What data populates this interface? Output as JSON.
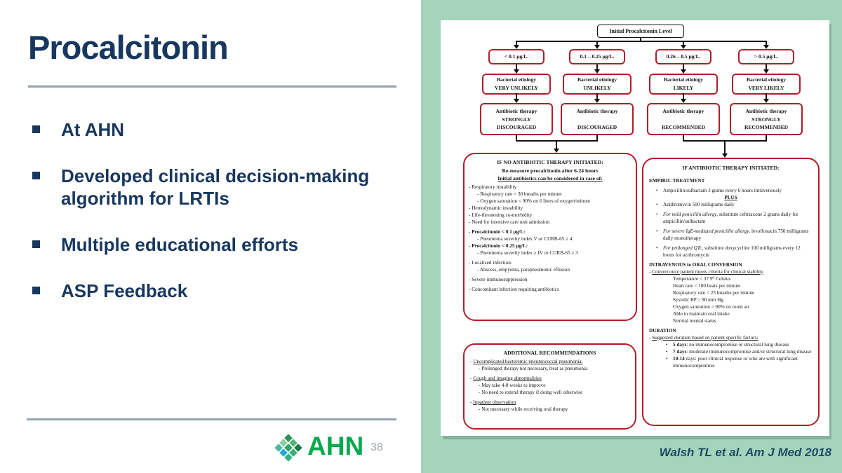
{
  "slide": {
    "title": "Procalcitonin",
    "bullets": [
      "At AHN",
      "Developed clinical decision-making algorithm for LRTIs",
      "Multiple educational efforts",
      "ASP Feedback"
    ],
    "logo_text": "AHN",
    "page_number": "38",
    "citation": "Walsh TL et al. Am J Med 2018"
  },
  "colors": {
    "navy": "#17375E",
    "divider_gray_blue": "#91A5B4",
    "panel_green": "#A6D3BC",
    "flowchart_red": "#B01E28",
    "ahn_green": "#00A94E",
    "page_number_gray": "#9FA6AC",
    "citation_navy": "#1D4A63",
    "logo_tiles": [
      "#25984e",
      "#56b877",
      "#177a43",
      "#8ed09e",
      "#2da266",
      "#3fae7e",
      "#46b9a4",
      "#29a5d6",
      "#33b184"
    ]
  },
  "flowchart": {
    "root_label": "Initial Procalcitonin Level",
    "columns": [
      {
        "range": "< 0.1 μg/L.",
        "etiology_prefix": "Bacterial etiology",
        "etiology": "VERY UNLIKELY",
        "therapy_prefix": "Antibiotic therapy",
        "therapy_modifier": "STRONGLY",
        "therapy": "DISCOURAGED"
      },
      {
        "range": "0.1 – 0.25 μg/L.",
        "etiology_prefix": "Bacterial etiology",
        "etiology": "UNLIKELY",
        "therapy_prefix": "Antibiotic therapy",
        "therapy_modifier": "",
        "therapy": "DISCOURAGED"
      },
      {
        "range": "0.26 – 0.5 μg/L.",
        "etiology_prefix": "Bacterial etiology",
        "etiology": "LIKELY",
        "therapy_prefix": "Antibiotic therapy",
        "therapy_modifier": "",
        "therapy": "RECOMMENDED"
      },
      {
        "range": "> 0.5 μg/L.",
        "etiology_prefix": "Bacterial etiology",
        "etiology": "VERY LIKELY",
        "therapy_prefix": "Antibiotic therapy",
        "therapy_modifier": "STRONGLY",
        "therapy": "RECOMMENDED"
      }
    ],
    "no_abx": {
      "title": "IF NO ANTIBIOTIC THERAPY INITIATED:",
      "subtitle": "Re-measure procalcitonin after 6-24 hours",
      "header": "Initial antibiotics can be considered in case of:",
      "lines": [
        {
          "t": "- Respiratory instability"
        },
        {
          "t": "- Respiratory rate > 30 breaths per minute",
          "ind": 1
        },
        {
          "t": "- Oxygen saturation < 90% on 6 liters of oxygen/minute",
          "ind": 1
        },
        {
          "t": "- Hemodynamic instability"
        },
        {
          "t": "- Life-threatening co-morbidity"
        },
        {
          "t": "- Need for intensive care unit admission"
        },
        {
          "t": "- Procalcitonin < 0.1 μg/L:",
          "b": 1,
          "gap": 1
        },
        {
          "t": "- Pneumonia severity index V or CURB-65 ≥ 4",
          "ind": 1
        },
        {
          "t": "- Procalcitonin < 0.25 μg/L:",
          "b": 1
        },
        {
          "t": "- Pneumonia severity index ≥ IV or CURB-65 ≥ 3",
          "ind": 1
        },
        {
          "t": "- Localized infection:",
          "gap": 1
        },
        {
          "t": "- Abscess, empyema, parapneumonic effusion",
          "ind": 1
        },
        {
          "t": "- Severe immunosuppression",
          "gap": 1
        },
        {
          "t": "- Concomitant infection requiring antibiotics",
          "gap": 1
        }
      ]
    },
    "abx": {
      "title": "IF ANTIBIOTIC THERAPY INITIATED:",
      "lines": [
        {
          "t": "EMPIRIC TREATMENT",
          "b": 1,
          "gap": 1
        },
        {
          "t": "Ampicillin/sulbactam 3 grams every 6 hours intravenously",
          "bullet": 1,
          "gap": 1
        },
        {
          "t": "PLUS",
          "b": 1,
          "u": 1,
          "c": 1
        },
        {
          "t": "Azithromycin 500 milligrams daily",
          "bullet": 1
        },
        {
          "il": "For mild penicillin allergy",
          "t": ", substitute ceftriaxone 2 grams daily for ampicillin/sulbactam",
          "bullet": 1,
          "gap": 1
        },
        {
          "il": "For severe IgE-mediated penicillin allergy",
          "t": ", levofloxacin 750 milligrams daily monotherapy",
          "bullet": 1,
          "gap": 1
        },
        {
          "il": "For prolonged QTc",
          "t": ", substitute doxycycline 100 milligrams every 12 hours for azithromycin",
          "bullet": 1,
          "gap": 1
        },
        {
          "t": "INTRAVENOUS to ORAL CONVERSION",
          "b": 1,
          "gap": 1
        },
        {
          "t": "- Convert once patient meets criteria for clinical stability",
          "u": 1
        },
        {
          "t": "Temperature < 37.9⁰ Celsius",
          "ind": 2
        },
        {
          "t": "Heart rate < 100 beats per minute",
          "ind": 2
        },
        {
          "t": "Respiratory rate < 25 breaths per minute",
          "ind": 2
        },
        {
          "t": "Systolic BP > 90 mm Hg",
          "ind": 2
        },
        {
          "t": "Oxygen saturation > 90% on room air",
          "ind": 2
        },
        {
          "t": "Able to maintain oral intake",
          "ind": 2
        },
        {
          "t": "Normal mental status",
          "ind": 2
        },
        {
          "t": "DURATION",
          "b": 1,
          "gap": 1
        },
        {
          "t": "- Suggested duration based on patient specific factors:",
          "u": 1
        },
        {
          "bl": "5 days",
          "t": ": no immunocompromise or structural lung disease",
          "bullet": 1,
          "ind": 1
        },
        {
          "bl": "7 days",
          "t": ": moderate immunocompromise and/or structural lung disease",
          "bullet": 1,
          "ind": 1
        },
        {
          "bl": "10-14",
          "t": " days: poor clinical response or who are with significant immunocompromise",
          "bullet": 1,
          "ind": 1
        }
      ]
    },
    "additional": {
      "title": "ADDITIONAL RECOMMENDATIONS",
      "lines": [
        {
          "t": "- Uncomplicated bacteremic pneumococcal pneumonia:",
          "u": 1
        },
        {
          "t": "- Prolonged therapy not necessary, treat as pneumonia",
          "ind": 1
        },
        {
          "t": "- Cough and imaging abnormalities",
          "u": 1,
          "gap": 1
        },
        {
          "t": "- May take 4-8 weeks to improve",
          "ind": 1
        },
        {
          "t": "- No need to extend therapy if doing well otherwise",
          "ind": 1
        },
        {
          "t": "- Inpatient observation",
          "u": 1,
          "gap": 1
        },
        {
          "t": "- Not necessary while receiving oral therapy",
          "ind": 1
        }
      ]
    }
  }
}
